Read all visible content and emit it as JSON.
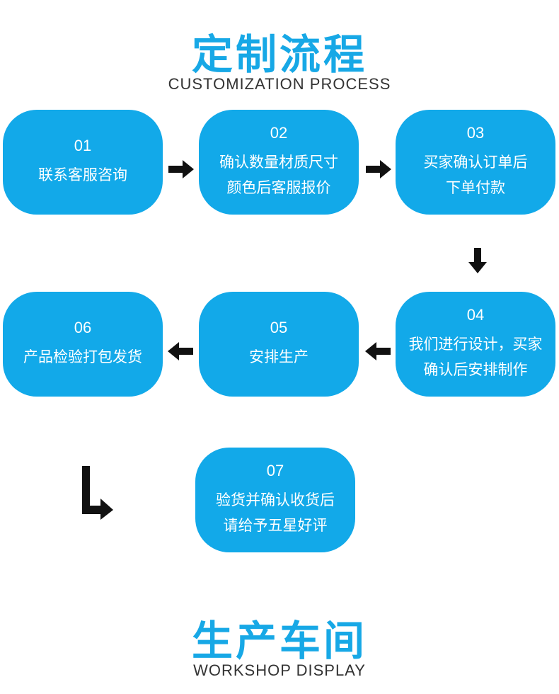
{
  "header": {
    "title": "定制流程",
    "subtitle": "CUSTOMIZATION PROCESS"
  },
  "steps": [
    {
      "num": "01",
      "text": "联系客服咨询"
    },
    {
      "num": "02",
      "text": "确认数量材质尺寸\n颜色后客服报价"
    },
    {
      "num": "03",
      "text": "买家确认订单后\n下单付款"
    },
    {
      "num": "04",
      "text": "我们进行设计，买家\n确认后安排制作"
    },
    {
      "num": "05",
      "text": "安排生产"
    },
    {
      "num": "06",
      "text": "产品检验打包发货"
    },
    {
      "num": "07",
      "text": "验货并确认收货后\n请给予五星好评"
    }
  ],
  "footer": {
    "title": "生产车间",
    "subtitle": "WORKSHOP DISPLAY"
  },
  "colors": {
    "accent": "#17a8e6",
    "box": "#12a9e9",
    "arrow": "#111111"
  }
}
